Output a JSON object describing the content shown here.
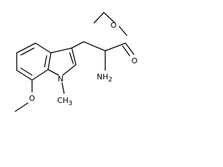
{
  "labels": {
    "ester_oxygen": "O",
    "carbonyl_oxygen": "O",
    "amine_n": "N",
    "amine_h": "H",
    "amine_sub": "2",
    "indole_n": "N",
    "methoxy_o": "O",
    "methyl_n": "CH",
    "methyl_sub": "3"
  },
  "colors": {
    "bond": "#000000",
    "background": "#ffffff"
  }
}
